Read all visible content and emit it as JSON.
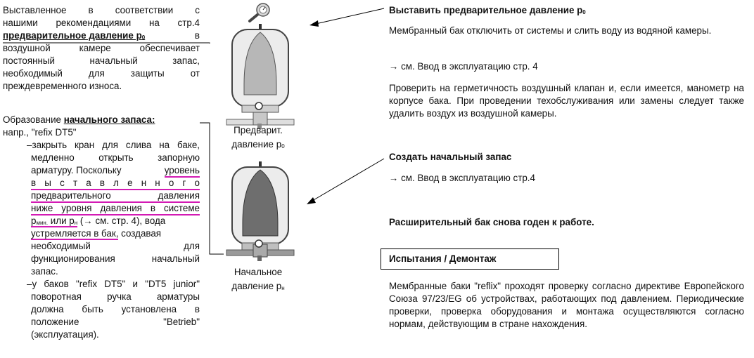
{
  "left": {
    "para1_lines": [
      "Выставленное в соответствии с",
      "нашими рекомендациями на стр.4",
      "",
      "воздушной камере обеспечивает",
      "постоянный начальный запас,",
      "необходимый для защиты от",
      "преждевременного износа."
    ],
    "para1_bold": "предварительное давление p",
    "para1_bold_sub": "0",
    "para1_after_bold": " в",
    "para2_intro": "Образование ",
    "para2_bold": "начального запаса:",
    "para2_example": "напр., \"refix DT5\"",
    "item1_lines": [
      "–закрыть кран для слива на баке,",
      "медленно открыть запорную",
      "арматуру. Поскольку уровень",
      "в ы с т а в л е н н о г о",
      "предварительного давления",
      "ниже уровня давления в системе",
      "p",
      "устремляется в бак, создавая",
      "необходимый для",
      "функционирования начальный",
      "запас."
    ],
    "item1_line7_sub": "мин.",
    "item1_line7_mid": " или p",
    "item1_line7_sub2": "н",
    "item1_line7_end": " (→ см. стр. 4), вода",
    "item2_lines": [
      "–у баков \"refix DT5\" и \"DT5 junior\"",
      "поворотная ручка арматуры",
      "должна быть установлена в",
      "положение \"Betrieb\"",
      "(эксплуатация)."
    ]
  },
  "captions": {
    "top_line1": "Предварит.",
    "top_line2": "давление p",
    "top_sub": "0",
    "bottom_line1": "Начальное",
    "bottom_line2": "давление p",
    "bottom_sub": "н"
  },
  "right": {
    "h1": "Выставить предварительное давление p",
    "h1_sub": "0",
    "p1": "Мембранный бак отключить от системы и слить воду из водяной камеры.",
    "p2": "→ см. Ввод в эксплуатацию стр. 4",
    "p3": "Проверить на герметичность воздушный клапан и, если имеется, манометр на корпусе бака. При проведении техобслуживания или замены следует также удалить воздух из воздушной камеры.",
    "h2": "Создать начальный запас",
    "p4": "→ см. Ввод в эксплуатацию стр.4",
    "h3": "Расширительный бак снова годен к работе.",
    "box_title": "Испытания / Демонтаж",
    "p5": "Мембранные баки \"reflix\" проходят проверку согласно директиве Европейского Союза 97/23/EG об устройствах, работающих под давлением. Периодические проверки, проверка оборудования и монтажа осуществляются согласно нормам, действующим в стране нахождения."
  },
  "colors": {
    "highlight": "#d31ab4",
    "tank_body": "#e8e8e8",
    "bladder_light": "#b8b8b8",
    "bladder_dark": "#6e6e6e"
  }
}
